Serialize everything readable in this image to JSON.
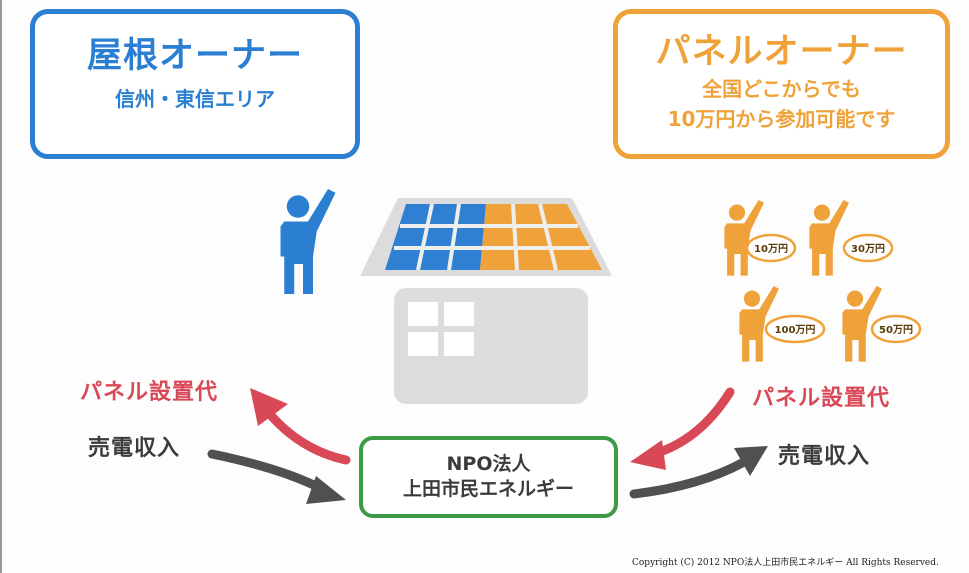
{
  "roof_owner": {
    "title": "屋根オーナー",
    "subtitle": "信州・東信エリア",
    "color": "#2b7fd2"
  },
  "panel_owner": {
    "title": "パネルオーナー",
    "subtitle_line1": "全国どこからでも",
    "subtitle_line2": "10万円から参加可能です",
    "color": "#f0a23a"
  },
  "investors": [
    {
      "amount": "10万円"
    },
    {
      "amount": "30万円"
    },
    {
      "amount": "100万円"
    },
    {
      "amount": "50万円"
    }
  ],
  "left_flows": {
    "payment": "パネル設置代",
    "income": "売電収入"
  },
  "right_flows": {
    "payment": "パネル設置代",
    "income": "売電収入"
  },
  "npo": {
    "line1": "NPO法人",
    "line2": "上田市民エネルギー",
    "color": "#3f9a45"
  },
  "arrow_colors": {
    "payment": "#d94856",
    "income": "#505050"
  },
  "copyright": "Copyright (C) 2012 NPO法人上田市民エネルギー All Rights Reserved."
}
